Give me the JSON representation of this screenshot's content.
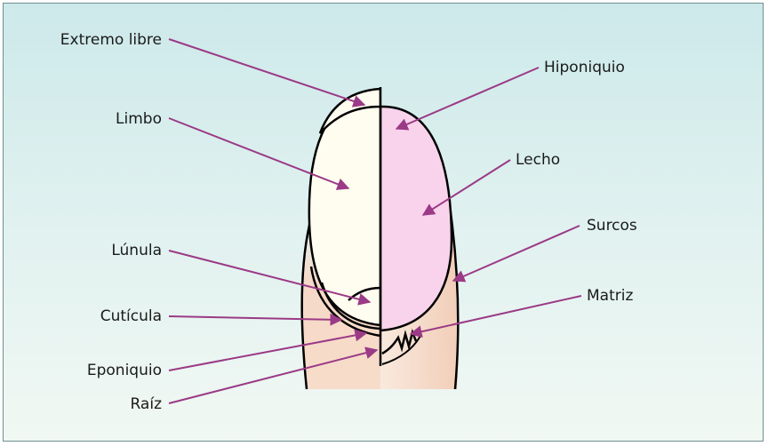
{
  "diagram": {
    "labels": {
      "extremo_libre": "Extremo libre",
      "limbo": "Limbo",
      "lunula": "Lúnula",
      "cuticula": "Cutícula",
      "eponiquio": "Eponiquio",
      "raiz": "Raíz",
      "hiponiquio": "Hiponiquio",
      "lecho": "Lecho",
      "surcos": "Surcos",
      "matriz": "Matriz"
    },
    "colors": {
      "background_top": "#cde9ea",
      "background_bottom": "#f1f8f3",
      "skin": "#f8d6c4",
      "nail_plate": "#fffdf0",
      "nail_bed": "#f9d3ec",
      "arrow": "#9b3a86",
      "outline": "#000000"
    }
  }
}
